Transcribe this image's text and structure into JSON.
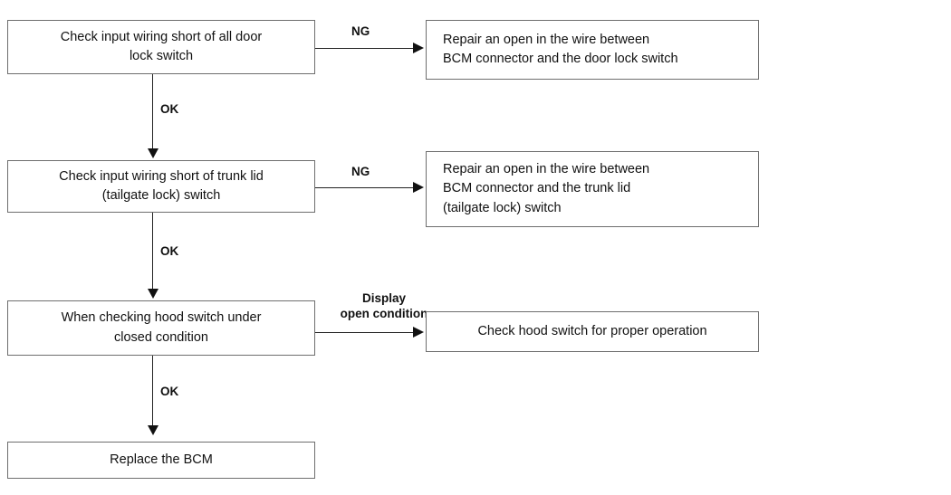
{
  "diagram": {
    "title": "BCM door lock / trunk lid / hood switch input diagnostic flowchart",
    "colors": {
      "box_border": "#6e6e6e",
      "connector": "#222222",
      "text": "#111111",
      "background": "#ffffff"
    },
    "steps": [
      {
        "id": "step-1",
        "text": "Check input wiring short of all door\nlock switch"
      },
      {
        "id": "step-2",
        "text": "Check input wiring short of trunk lid\n(tailgate lock) switch"
      },
      {
        "id": "step-3",
        "text": "When checking hood switch under\nclosed condition"
      },
      {
        "id": "step-4",
        "text": "Replace the BCM"
      }
    ],
    "outcomes": [
      {
        "id": "outcome-1",
        "text": "Repair an open in the wire between\nBCM connector and the door lock switch"
      },
      {
        "id": "outcome-2",
        "text": "Repair an open in the wire between\nBCM connector and the trunk lid\n(tailgate lock) switch"
      },
      {
        "id": "outcome-3",
        "text": "Check hood switch for proper operation"
      }
    ],
    "branch_labels": {
      "ng_1": "NG",
      "ng_2": "NG",
      "display_open": "Display\nopen condition",
      "ok_1": "OK",
      "ok_2": "OK",
      "ok_3": "OK"
    }
  }
}
